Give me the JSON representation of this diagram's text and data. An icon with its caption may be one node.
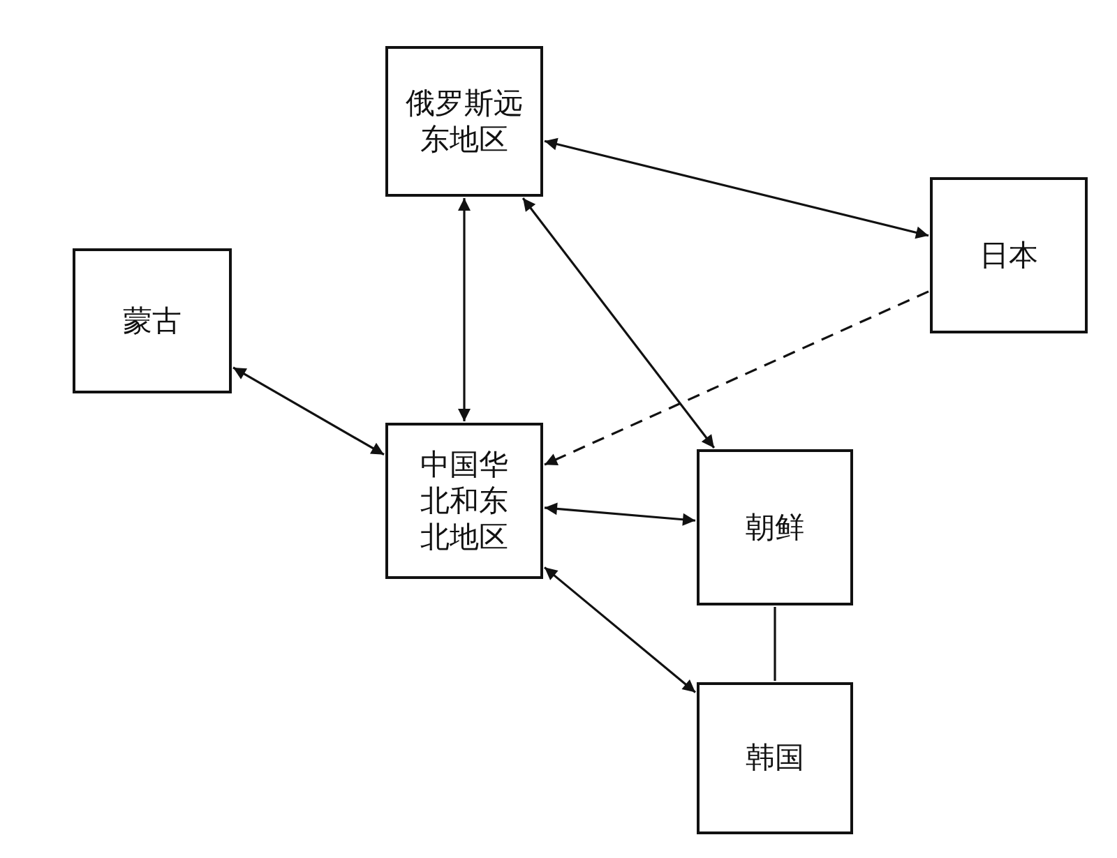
{
  "diagram": {
    "nodes": [
      {
        "text": [
          "俄罗斯远东地区"
        ]
      },
      {
        "text": [
          "日本"
        ]
      },
      {
        "text": [
          "蒙古"
        ]
      },
      {
        "text": [
          "中国华北和东北地区"
        ]
      },
      {
        "text": [
          "朝鲜"
        ]
      },
      {
        "text": [
          "韩国"
        ]
      }
    ],
    "edges": [
      {
        "from": 0,
        "to": 1,
        "arrow": "both"
      },
      {
        "from": 0,
        "to": 4,
        "arrow": "both"
      },
      {
        "from": 0,
        "to": 3,
        "arrow": "both"
      },
      {
        "from": 2,
        "to": 3,
        "arrow": "both"
      },
      {
        "from": 1,
        "to": 3,
        "arrow": "to",
        "style": "dashed"
      },
      {
        "from": 3,
        "to": 4,
        "arrow": "both"
      },
      {
        "from": 3,
        "to": 5,
        "arrow": "both"
      },
      {
        "from": 4,
        "to": 5,
        "arrow": "none"
      }
    ]
  }
}
